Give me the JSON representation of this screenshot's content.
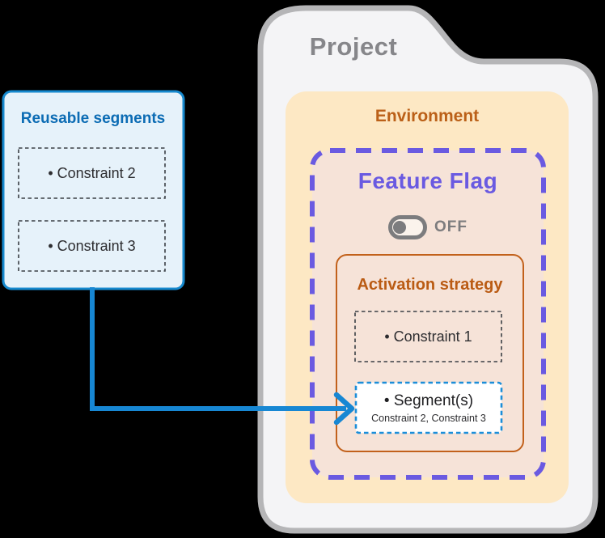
{
  "diagram": {
    "project": {
      "title": "Project"
    },
    "environment": {
      "title": "Environment"
    },
    "feature_flag": {
      "title": "Feature Flag",
      "toggle_state": "OFF"
    },
    "activation_strategy": {
      "title": "Activation strategy",
      "constraint1": "• Constraint 1",
      "segments": {
        "label": "• Segment(s)",
        "detail": "Constraint 2, Constraint 3"
      }
    },
    "reusable_segments": {
      "title": "Reusable segments",
      "items": [
        "• Constraint 2",
        "• Constraint 3"
      ]
    }
  },
  "colors": {
    "background": "#000000",
    "project_fill": "#f4f4f6",
    "project_border": "#b5b5b7",
    "project_title": "#86868a",
    "environment_fill": "#fde8c4",
    "environment_title": "#bb6018",
    "feature_flag_fill": "#f6e3d8",
    "purple": "#6a5ae1",
    "orange": "#c2611b",
    "dark_dash": "#3a3f45",
    "segment_fill": "#ffffff",
    "segment_border": "#1b8ed9",
    "reusable_fill": "#e6f2fa",
    "reusable_border": "#1689ce",
    "reusable_title": "#0c6cb4",
    "arrow_blue": "#1787d3",
    "toggle_gray": "#7c7c7e"
  }
}
